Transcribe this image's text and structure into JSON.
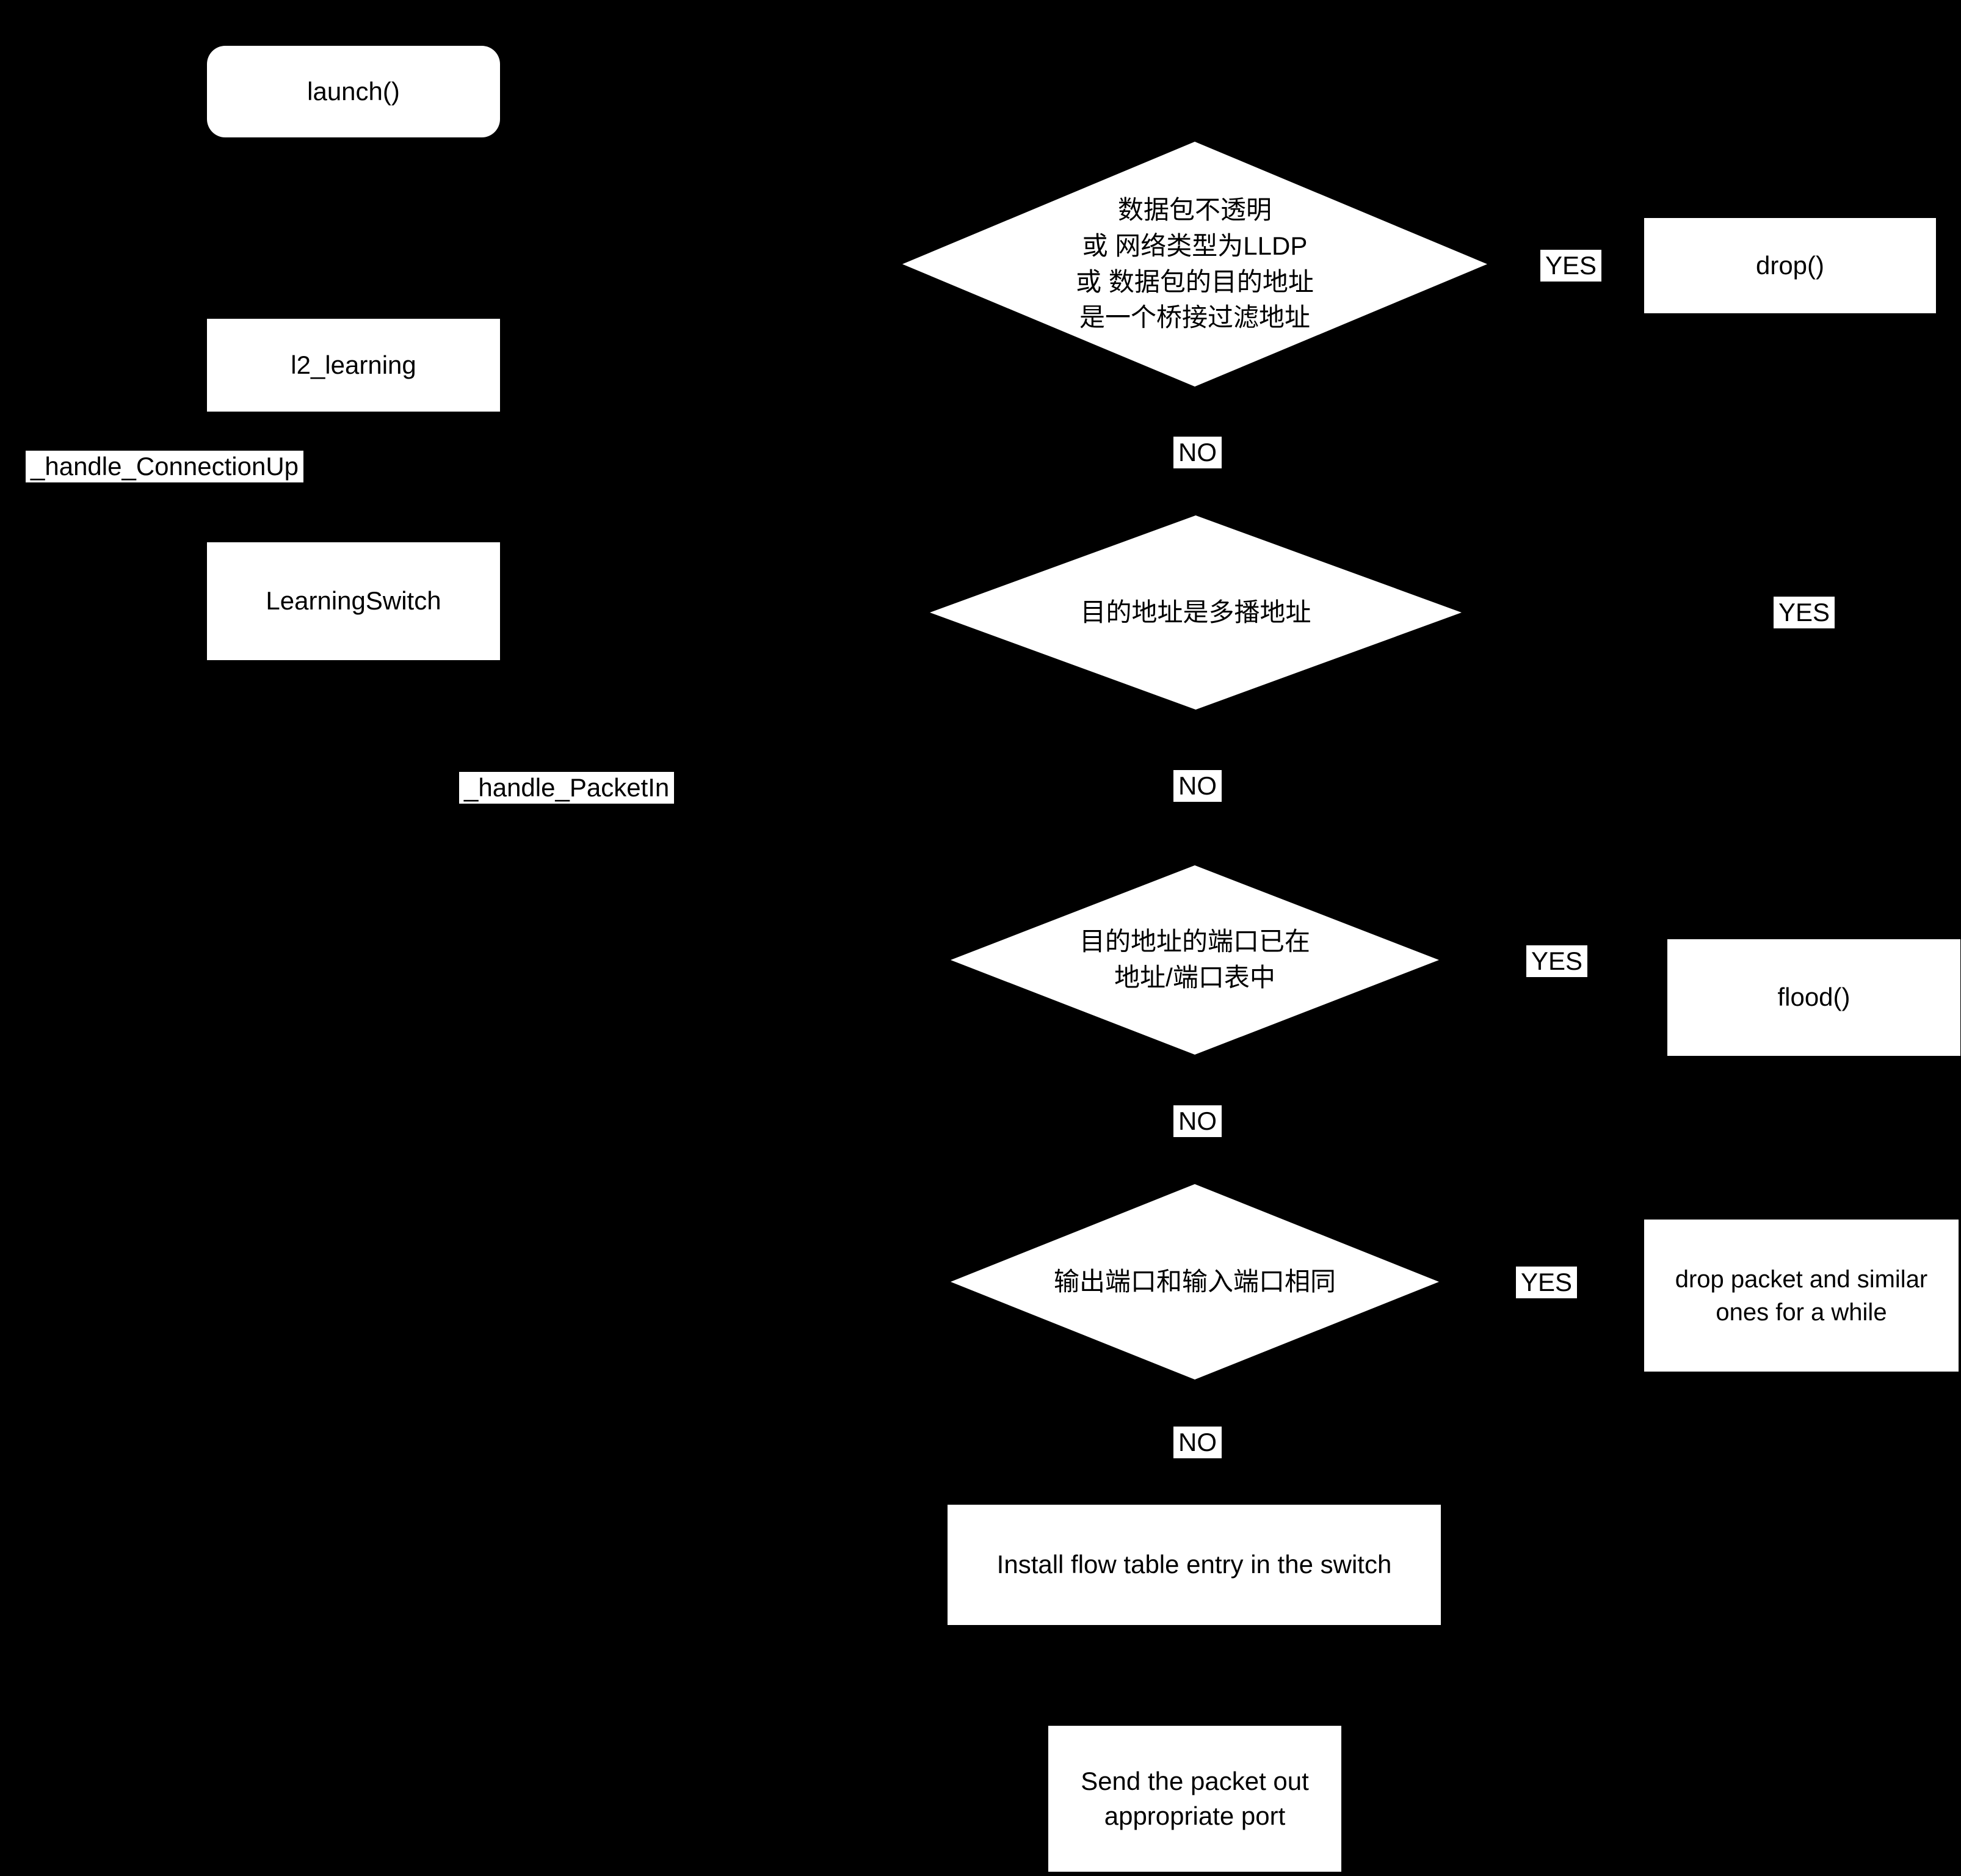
{
  "colors": {
    "background": "#000000",
    "node_fill": "#ffffff",
    "node_text": "#000000"
  },
  "nodes": {
    "launch": "launch()",
    "l2_learning": "l2_learning",
    "learning_switch": "LearningSwitch",
    "decision_packet_filter": "数据包不透明\n或 网络类型为LLDP\n或 数据包的目的地址\n是一个桥接过滤地址",
    "drop": "drop()",
    "decision_multicast": "目的地址是多播地址",
    "decision_port_in_table": "目的地址的端口已在\n地址/端口表中",
    "flood": "flood()",
    "decision_same_port": "输出端口和输入端口相同",
    "drop_similar": "drop packet and similar\nones for a while",
    "install_flow": "Install flow table entry in the switch",
    "send_packet": "Send the packet out\nappropriate port"
  },
  "edge_labels": {
    "handle_connection_up": "_handle_ConnectionUp",
    "handle_packet_in": "_handle_PacketIn",
    "yes1": "YES",
    "no1": "NO",
    "yes2": "YES",
    "no2": "NO",
    "yes3": "YES",
    "no3": "NO",
    "yes4": "YES",
    "no4": "NO"
  }
}
